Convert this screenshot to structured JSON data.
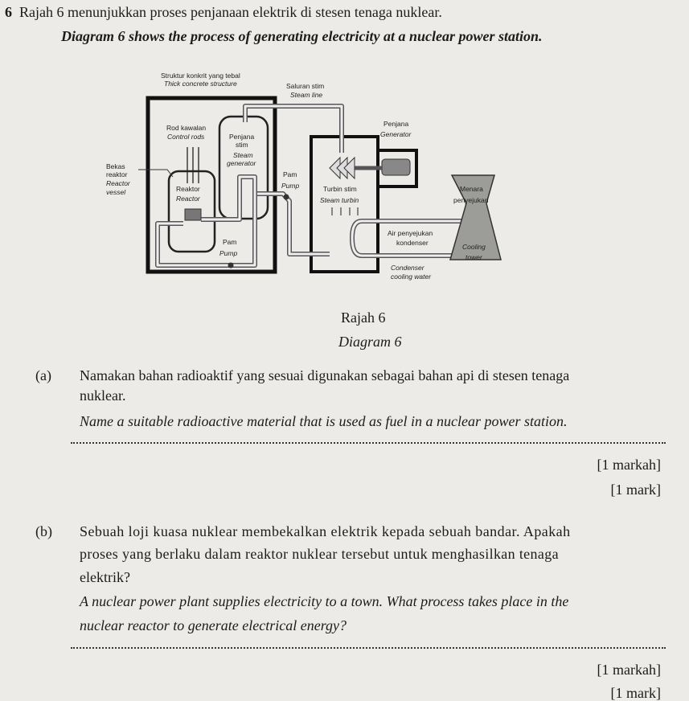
{
  "question": {
    "number": "6",
    "intro_ms": "Rajah 6 menunjukkan proses penjanaan elektrik di stesen tenaga nuklear.",
    "intro_en": "Diagram 6 shows the process of generating electricity at a nuclear power station."
  },
  "diagram": {
    "concrete_ms": "Struktur konkrit yang tebal",
    "concrete_en": "Thick concrete structure",
    "steamline_ms": "Saluran stim",
    "steamline_en": "Steam line",
    "rods_ms": "Rod kawalan",
    "rods_en": "Control rods",
    "stgen_ms1": "Penjana",
    "stgen_ms2": "stim",
    "stgen_en1": "Steam",
    "stgen_en2": "generator",
    "vessel_ms1": "Bekas",
    "vessel_ms2": "reaktor",
    "vessel_en1": "Reactor",
    "vessel_en2": "vessel",
    "reactor_ms": "Reaktor",
    "reactor_en": "Reactor",
    "pump_ms": "Pam",
    "pump_en": "Pump",
    "pump2_ms": "Pam",
    "pump2_en": "Pump",
    "turbine_ms": "Turbin stim",
    "turbine_en": "Steam turbin",
    "generator_ms": "Penjana",
    "generator_en": "Generator",
    "tower_ms1": "Menara",
    "tower_ms2": "penyejukan",
    "tower_en1": "Cooling",
    "tower_en2": "tower",
    "cond_ms1": "Air penyejukan",
    "cond_ms2": "kondenser",
    "cond_en1": "Condenser",
    "cond_en2": "cooling water",
    "caption_ms": "Rajah 6",
    "caption_en": "Diagram 6"
  },
  "part_a": {
    "label": "(a)",
    "ms_line1": "Namakan bahan radioaktif yang sesuai digunakan sebagai bahan api di stesen tenaga",
    "ms_line2": "nuklear.",
    "en": "Name a suitable radioactive material that is used as fuel in a nuclear power station.",
    "marks_ms": "[1 markah]",
    "marks_en": "[1 mark]"
  },
  "part_b": {
    "label": "(b)",
    "ms_line1": "Sebuah loji kuasa nuklear membekalkan elektrik kepada sebuah bandar. Apakah",
    "ms_line2": "proses yang berlaku dalam reaktor nuklear tersebut untuk menghasilkan tenaga",
    "ms_line3": "elektrik?",
    "en_line1": "A nuclear power plant supplies electricity to a town. What process takes place in the",
    "en_line2": "nuclear reactor to generate electrical energy?",
    "marks_ms": "[1 markah]",
    "marks_en": "[1 mark]"
  }
}
